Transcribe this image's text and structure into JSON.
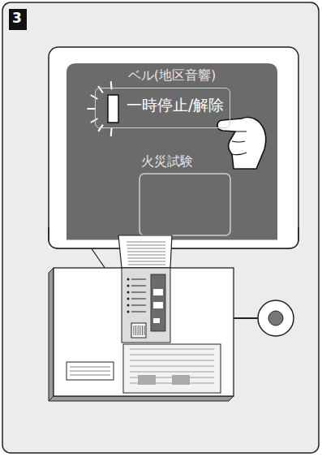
{
  "diagram": {
    "nodes": [
      {
        "text": [
          "3"
        ]
      },
      {
        "text": [
          "ベル(地区音響)"
        ]
      },
      {
        "text": [
          "一時停止/解除"
        ],
        "in": 1
      },
      {
        "text": [
          "火災試験"
        ],
        "in": 1
      }
    ]
  }
}
